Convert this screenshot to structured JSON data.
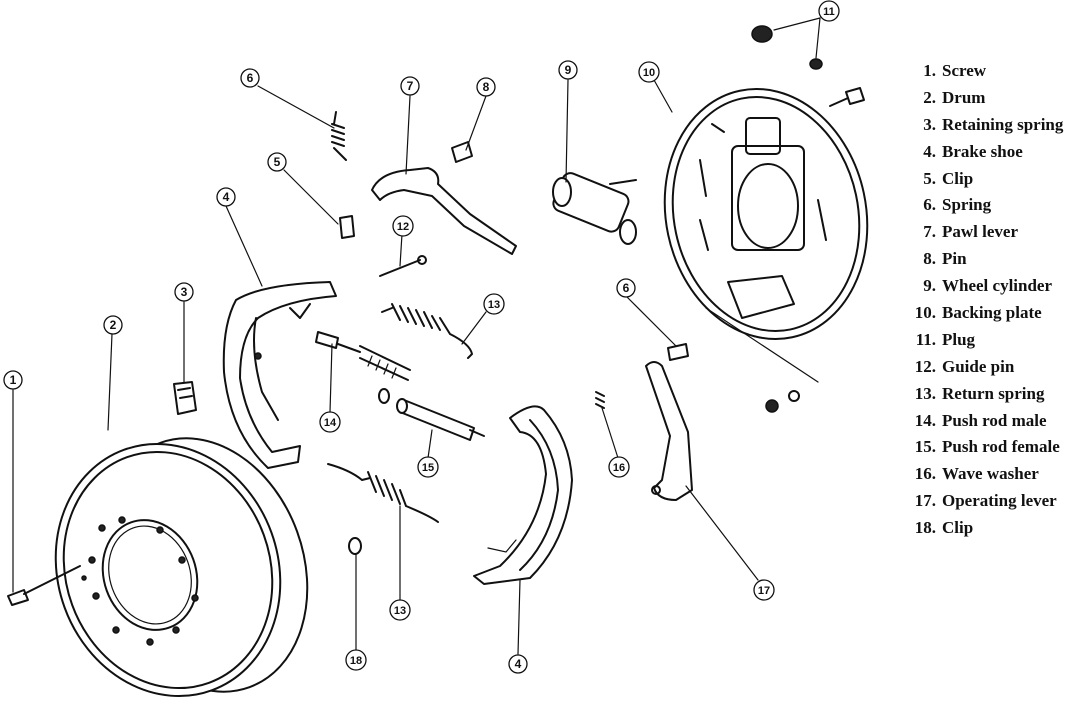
{
  "callouts": [
    {
      "id": "c1",
      "text": "1"
    },
    {
      "id": "c2",
      "text": "2"
    },
    {
      "id": "c3",
      "text": "3"
    },
    {
      "id": "c4a",
      "text": "4"
    },
    {
      "id": "c4b",
      "text": "4"
    },
    {
      "id": "c5",
      "text": "5"
    },
    {
      "id": "c6a",
      "text": "6"
    },
    {
      "id": "c6b",
      "text": "6"
    },
    {
      "id": "c7",
      "text": "7"
    },
    {
      "id": "c8",
      "text": "8"
    },
    {
      "id": "c9",
      "text": "9"
    },
    {
      "id": "c10",
      "text": "10"
    },
    {
      "id": "c11",
      "text": "11"
    },
    {
      "id": "c12",
      "text": "12"
    },
    {
      "id": "c13a",
      "text": "13"
    },
    {
      "id": "c13b",
      "text": "13"
    },
    {
      "id": "c14",
      "text": "14"
    },
    {
      "id": "c15",
      "text": "15"
    },
    {
      "id": "c16",
      "text": "16"
    },
    {
      "id": "c17",
      "text": "17"
    },
    {
      "id": "c18",
      "text": "18"
    }
  ],
  "parts_list": [
    {
      "num": "1.",
      "name": "Screw"
    },
    {
      "num": "2.",
      "name": "Drum"
    },
    {
      "num": "3.",
      "name": "Retaining spring"
    },
    {
      "num": "4.",
      "name": "Brake shoe"
    },
    {
      "num": "5.",
      "name": "Clip"
    },
    {
      "num": "6.",
      "name": "Spring"
    },
    {
      "num": "7.",
      "name": "Pawl lever"
    },
    {
      "num": "8.",
      "name": "Pin"
    },
    {
      "num": "9.",
      "name": "Wheel cylinder"
    },
    {
      "num": "10.",
      "name": "Backing plate"
    },
    {
      "num": "11.",
      "name": "Plug"
    },
    {
      "num": "12.",
      "name": "Guide pin"
    },
    {
      "num": "13.",
      "name": "Return spring"
    },
    {
      "num": "14.",
      "name": "Push rod male"
    },
    {
      "num": "15.",
      "name": "Push rod female"
    },
    {
      "num": "16.",
      "name": "Wave washer"
    },
    {
      "num": "17.",
      "name": "Operating lever"
    },
    {
      "num": "18.",
      "name": "Clip"
    }
  ]
}
